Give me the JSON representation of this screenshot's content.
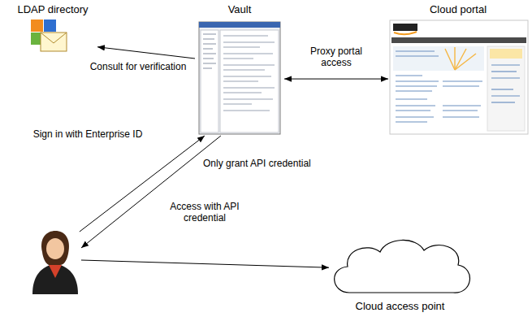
{
  "diagram": {
    "nodes": [
      {
        "text": [
          "LDAP directory"
        ]
      },
      {
        "text": [
          "Vault"
        ]
      },
      {
        "text": [
          "Cloud portal"
        ]
      },
      {
        "text": []
      },
      {
        "text": [
          "Cloud access point"
        ]
      }
    ],
    "edges": [
      {
        "from": 1,
        "to": 0,
        "arrow": "to",
        "label": "Consult for verification"
      },
      {
        "from": 1,
        "to": 2,
        "arrow": "both",
        "label": "Proxy portal access"
      },
      {
        "from": 3,
        "to": 1,
        "arrow": "to",
        "label": "Sign in with Enterprise ID"
      },
      {
        "from": 1,
        "to": 3,
        "arrow": "to",
        "label": "Only grant API credential"
      },
      {
        "from": 3,
        "to": 4,
        "arrow": "to",
        "label": "Access with API credential"
      }
    ]
  }
}
